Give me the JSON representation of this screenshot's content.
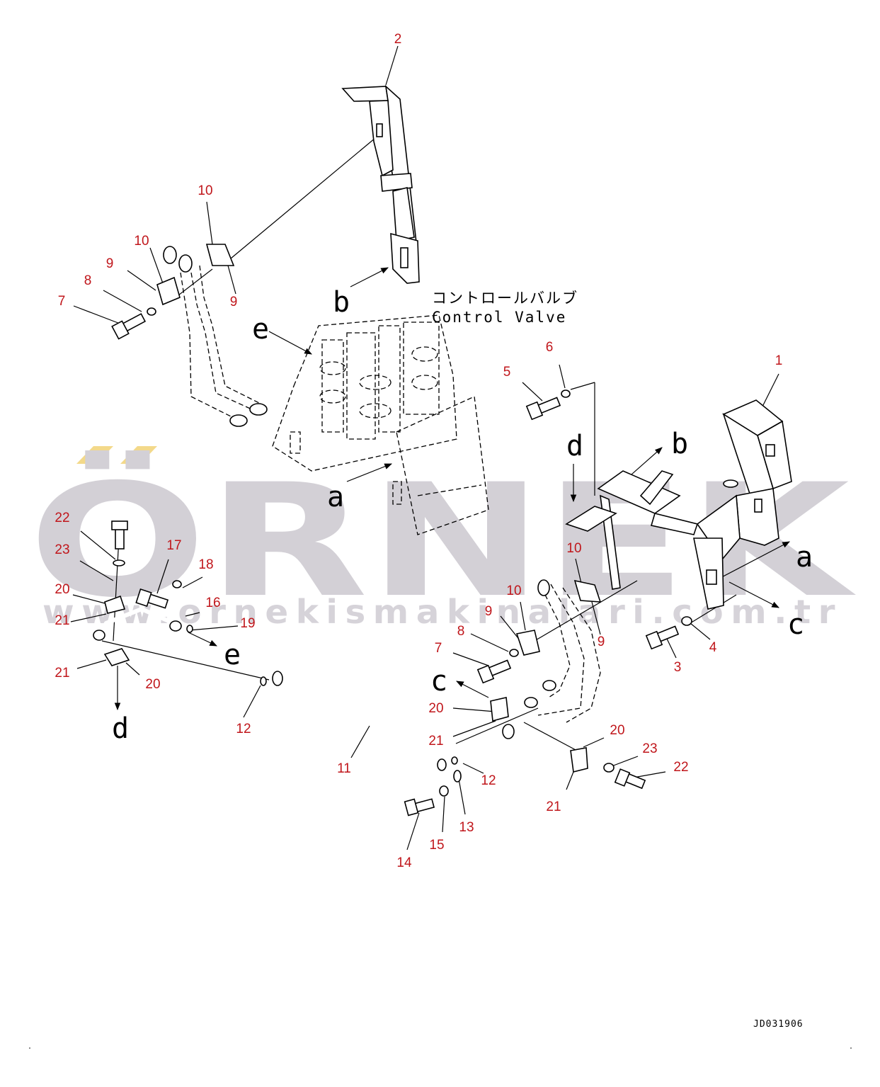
{
  "drawing_code": "JD031906",
  "control_valve_label": {
    "jp": "コントロールバルブ",
    "en": "Control Valve"
  },
  "watermark": {
    "brand": "ÖRNEK",
    "url": "www.ornekismakinalari.com.tr"
  },
  "callouts": [
    "2",
    "10",
    "10",
    "9",
    "9",
    "8",
    "7",
    "1",
    "6",
    "5",
    "10",
    "10",
    "9",
    "9",
    "8",
    "7",
    "3",
    "4",
    "22",
    "23",
    "17",
    "18",
    "20",
    "16",
    "21",
    "19",
    "21",
    "20",
    "12",
    "11",
    "20",
    "21",
    "20",
    "23",
    "22",
    "21",
    "12",
    "13",
    "14",
    "15"
  ],
  "arrow_letters": [
    "b",
    "b",
    "e",
    "e",
    "a",
    "a",
    "d",
    "d",
    "c",
    "c"
  ],
  "colors": {
    "callout": "#c0161b",
    "line": "#000000",
    "watermark": "#d3d0d6",
    "watermark_accent": "#f3d98a"
  }
}
